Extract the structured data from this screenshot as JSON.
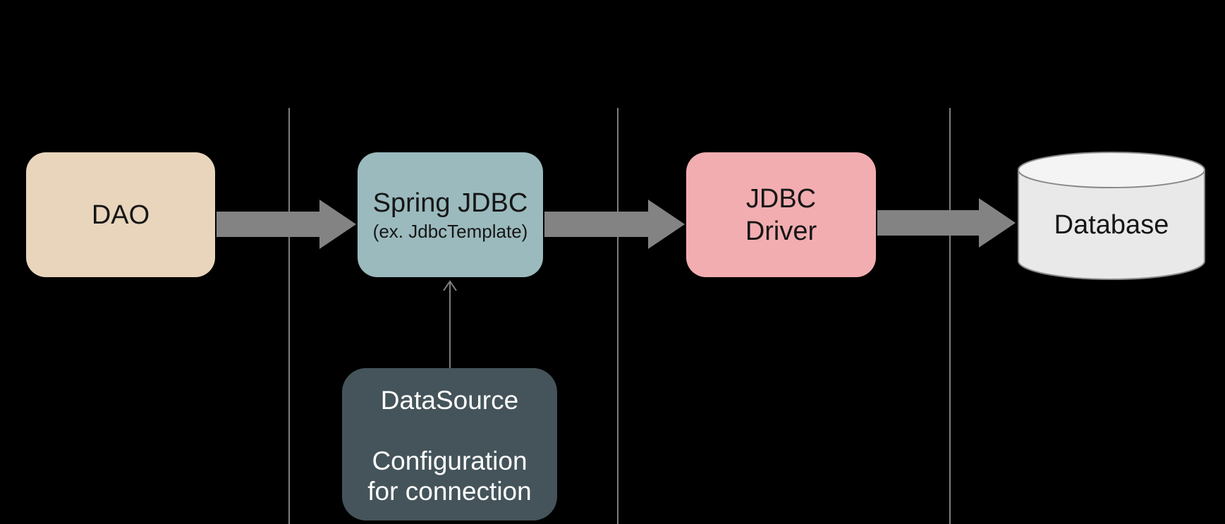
{
  "diagram": {
    "description": "Spring JDBC data access architecture flow diagram",
    "nodes": {
      "dao": {
        "label": "DAO"
      },
      "spring_jdbc": {
        "label": "Spring JDBC",
        "sublabel": "(ex. JdbcTemplate)"
      },
      "jdbc_driver": {
        "line1": "JDBC",
        "line2": "Driver"
      },
      "database": {
        "label": "Database",
        "shape": "cylinder"
      },
      "datasource": {
        "line1": "DataSource",
        "line2": "Configuration",
        "line3": "for connection"
      }
    },
    "connections": [
      {
        "from": "DAO",
        "to": "Spring JDBC",
        "style": "thick-right-arrow"
      },
      {
        "from": "Spring JDBC",
        "to": "JDBC Driver",
        "style": "thick-right-arrow"
      },
      {
        "from": "JDBC Driver",
        "to": "Database",
        "style": "thick-right-arrow"
      },
      {
        "from": "DataSource Configuration for connection",
        "to": "Spring JDBC",
        "style": "thin-up-arrow"
      }
    ],
    "dividers": {
      "count": 3,
      "orientation": "vertical"
    }
  },
  "colors": {
    "background": "#000000",
    "dao_fill": "#e8d5bc",
    "spring_jdbc_fill": "#9bbabd",
    "jdbc_driver_fill": "#f2adb0",
    "database_fill": "#e9e9e9",
    "database_top_fill": "#f4f4f4",
    "database_stroke": "#8a8a8a",
    "datasource_fill": "#44545a",
    "datasource_text": "#ffffff",
    "arrow": "#838383",
    "divider_line": "#7d7d7d",
    "label_text": "#161616"
  }
}
